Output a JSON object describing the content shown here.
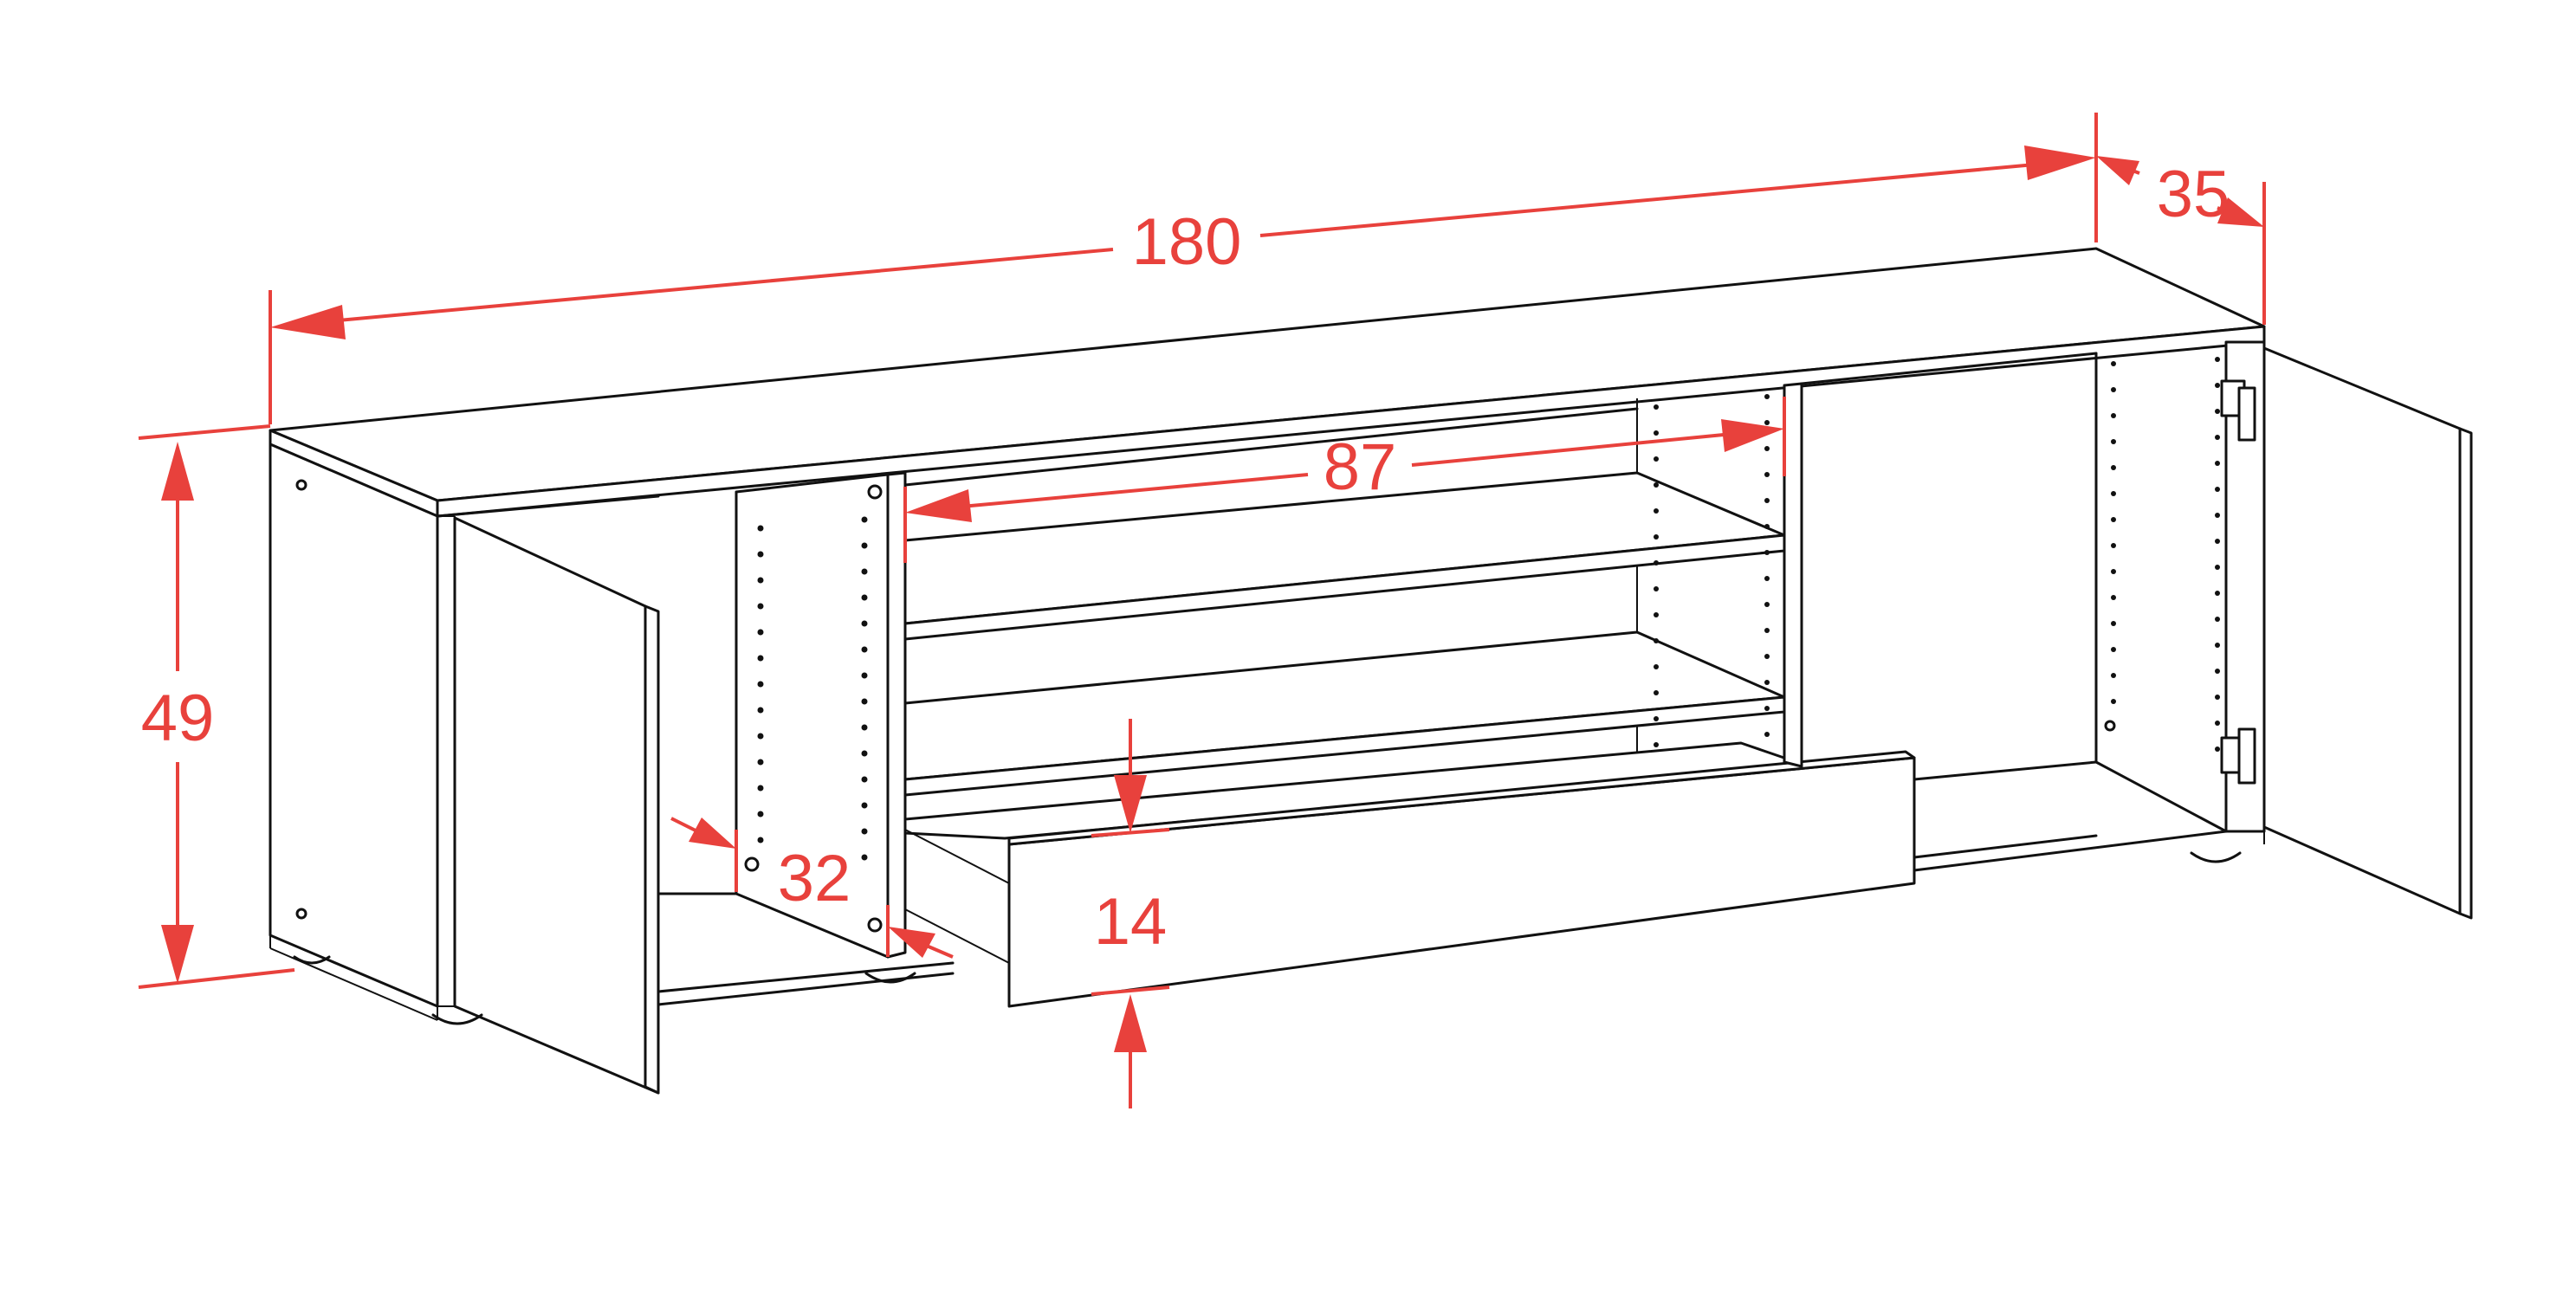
{
  "dimensions": {
    "width": "180",
    "depth": "35",
    "height": "49",
    "inner_width": "87",
    "inner_depth": "32",
    "drawer_height": "14"
  },
  "colors": {
    "dimension": "#e8413c",
    "outline": "#111111",
    "background": "#ffffff"
  }
}
